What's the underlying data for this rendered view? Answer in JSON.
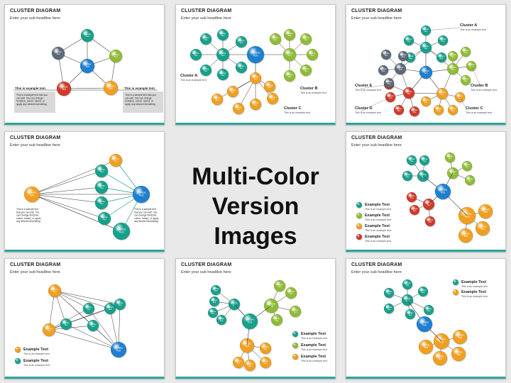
{
  "center_label": {
    "line1": "Multi-Color",
    "line2": "Version Images"
  },
  "slide_title": "CLUSTER DIAGRAM",
  "slide_subtitle": "Enter your sub headline here",
  "node_label": "Sample Text",
  "cluster_names": {
    "a": "Cluster  A",
    "b": "Cluster  B",
    "c": "Cluster  C",
    "d": "Cluster  D",
    "e": "Cluster  E"
  },
  "cluster_caption": "This is an example text.",
  "example_heading": "This is example text.",
  "example_body": "This is a sample text that you can edit. You can change font(size, colour, name), or apply any desired formatting.",
  "legend_label": "Example Text",
  "legend_caption": "This is an example text.",
  "colors": {
    "blue": "#1f7fd0",
    "teal": "#18a08a",
    "green": "#8fbc35",
    "orange": "#f0a020",
    "red": "#d03a2a",
    "gray": "#5d6a78",
    "accent": "#2aa59a"
  }
}
